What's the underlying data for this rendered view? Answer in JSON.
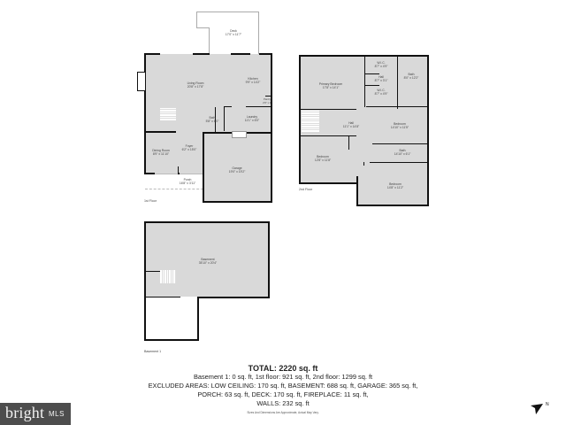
{
  "floors": {
    "first": {
      "label": "1st Floor",
      "rooms": [
        {
          "name": "Deck",
          "dims": "17'0\" x 11'7\""
        },
        {
          "name": "Living Room",
          "dims": "20'8\" x 17'8\""
        },
        {
          "name": "Kitchen",
          "dims": "9'9\" x 14'2\""
        },
        {
          "name": "Pantry",
          "dims": "2'0\" x 3'"
        },
        {
          "name": "Bath",
          "dims": "5'8\" x 6'0\""
        },
        {
          "name": "Laundry",
          "dims": "11'1\" x 6'0\""
        },
        {
          "name": "Dining Room",
          "dims": "8'9\" x 11'10\""
        },
        {
          "name": "Foyer",
          "dims": "6'2\" x 15'0\""
        },
        {
          "name": "Garage",
          "dims": "19'0\" x 19'2\""
        },
        {
          "name": "Porch",
          "dims": "16'8\" x 3'11\""
        }
      ]
    },
    "second": {
      "label": "2nd Floor",
      "rooms": [
        {
          "name": "Primary Bedroom",
          "dims": "17'8\" x 14'1\""
        },
        {
          "name": "W.I.C.",
          "dims": "8'7\" x 4'9\""
        },
        {
          "name": "Hall",
          "dims": "8'7\" x 3'1\""
        },
        {
          "name": "W.I.C.",
          "dims": "8'7\" x 4'9\""
        },
        {
          "name": "Bath",
          "dims": "8'0\" x 12'2\""
        },
        {
          "name": "Hall",
          "dims": "11'1\" x 14'8\""
        },
        {
          "name": "Bedroom",
          "dims": "14'10\" x 11'5\""
        },
        {
          "name": "Bath",
          "dims": "14'10\" x 6'1\""
        },
        {
          "name": "Bedroom",
          "dims": "12'8\" x 11'8\""
        },
        {
          "name": "Bedroom",
          "dims": "14'8\" x 11'2\""
        }
      ]
    },
    "basement": {
      "label": "Basement 1",
      "rooms": [
        {
          "name": "Basement",
          "dims": "35'10\" x 20'4\""
        }
      ]
    }
  },
  "summary": {
    "total": "TOTAL: 2220 sq. ft",
    "line1": "Basement 1: 0 sq. ft, 1st floor: 921 sq. ft, 2nd floor: 1299 sq. ft",
    "line2": "EXCLUDED AREAS: LOW CEILING: 170 sq. ft, BASEMENT: 688 sq. ft, GARAGE: 365 sq. ft,",
    "line3": "PORCH: 63 sq. ft, DECK: 170 sq. ft, FIREPLACE: 11 sq. ft,",
    "line4": "WALLS: 232 sq. ft",
    "disclaimer": "Sizes And Dimensions Are Approximate, Actual May Vary."
  },
  "branding": {
    "logo_main": "bright",
    "logo_sub": "MLS",
    "logo_bg": "#4d4d4d"
  },
  "compass": {
    "label": "N",
    "icon": "north-arrow-icon"
  }
}
